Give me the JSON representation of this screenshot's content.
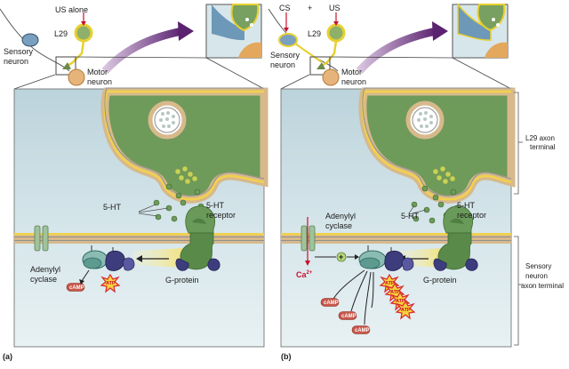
{
  "panel_a": {
    "letter": "(a)",
    "stimulus": "US alone",
    "l29": "L29",
    "sensory_neuron": [
      "Sensory",
      "neuron"
    ],
    "motor_neuron": [
      "Motor",
      "neuron"
    ],
    "ht": "5-HT",
    "receptor": [
      "5-HT",
      "receptor"
    ],
    "cyclase": [
      "Adenylyl",
      "cyclase"
    ],
    "gprotein": "G-protein",
    "camp": "cAMP",
    "atp": "ATP"
  },
  "panel_b": {
    "letter": "(b)",
    "cs": "CS",
    "plus": "+",
    "us": "US",
    "l29": "L29",
    "sensory_neuron": [
      "Sensory",
      "neuron"
    ],
    "motor_neuron": [
      "Motor",
      "neuron"
    ],
    "ht": "5-HT",
    "receptor": [
      "5-HT",
      "receptor"
    ],
    "cyclase": [
      "Adenylyl",
      "cyclase"
    ],
    "gprotein": "G-protein",
    "camp": "cAMP",
    "atp": "ATP",
    "ca": "Ca",
    "ca_sup": "2+",
    "plus_sign": "+"
  },
  "side_labels": {
    "l29_terminal": [
      "L29 axon",
      "terminal"
    ],
    "sensory_terminal": [
      "Sensory",
      "neuron",
      "axon terminal"
    ]
  },
  "colors": {
    "terminal_green": "#6e9a5a",
    "membrane_tan": "#d7b98c",
    "membrane_yellow": "#f2d24b",
    "bg_blue": "#cfe0e6",
    "arrow_purple": "#6b2f7a",
    "camp_red": "#c8574a",
    "atp_red": "#d8262d"
  }
}
